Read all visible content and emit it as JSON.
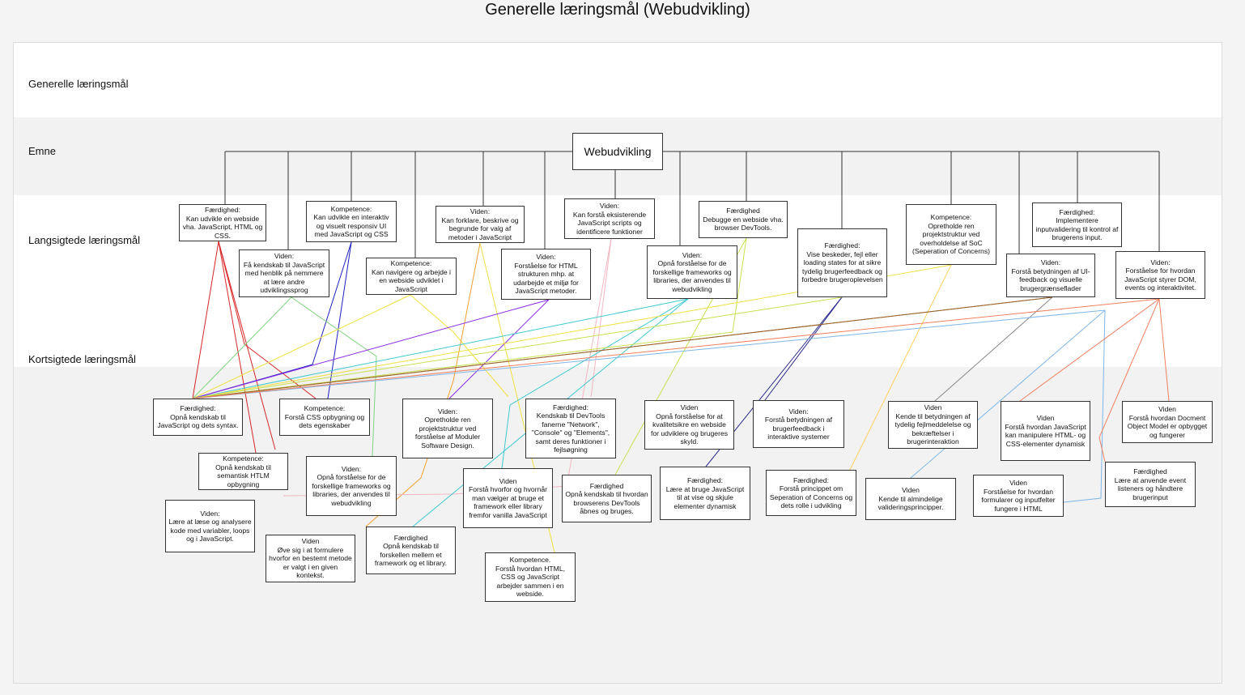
{
  "title": "Generelle læringsmål (Webudvikling)",
  "rows": {
    "general": "Generelle læringsmål",
    "topic": "Emne",
    "long": "Langsigtede læringsmål",
    "short": "Kortsigtede læringsmål"
  },
  "root": "Webudvikling",
  "long_goals": {
    "L1": "Færdighed:\nKan udvikle en webside vha. JavaScript, HTML og CSS.",
    "L2": "Viden:\nFå kendskab til JavaScript med henblik på nemmere at lære andre udviklingssprog",
    "L3": "Kompetence:\nKan udvikle en interaktiv og visuelt responsiv UI med JavaScript og CSS",
    "L4": "Kompetence:\nKan navigere og arbejde i en webside udviklet i JavaScript",
    "L5": "Viden:\nKan forklare, beskrive og begrunde for valg af metoder i JavaScript",
    "L6": "Viden:\nForståelse for HTML strukturen mhp. at udarbejde et miljø for JavaScript metoder.",
    "L7": "Viden:\nKan forstå eksisterende JavaScript scripts og identificere funktioner",
    "L8": "Viden:\nOpnå forståelse for de forskellige frameworks og libraries, der anvendes til webudvikling",
    "L9": "Færdighed\nDebugge en webside vha. browser DevTools.",
    "L10": "Færdighed:\nVise beskeder, fejl eller loading states for at sikre tydelig brugerfeedback og forbedre brugeroplevelsen",
    "L11": "Kompetence:\nOpretholde ren projektstruktur ved overholdelse af SoC (Seperation of Concerns)",
    "L12": "Færdighed:\nImplementere inputvalidering til kontrol af brugerens input.",
    "L13": "Viden:\nForstå betydningen af UI-feedback og visuelle brugergrænseflader",
    "L14": "Viden:\nForståelse for hvordan JavaScript styrer DOM, events og interaktivitet."
  },
  "short_goals": {
    "S1": "Færdighed:\nOpnå kendskab til JavaScript og dets syntax.",
    "S2": "Kompetence:\nForstå CSS opbygning og dets egenskaber",
    "S3": "Viden:\nOpretholde ren projektstruktur ved forståelse af Moduler Software Design.",
    "S4": "Færdighed:\nKendskab til DevTools fanerne \"Network\", \"Console\" og \"Elements\", samt deres funktioner i fejlsøgning",
    "S5": "Viden\nOpnå forståelse for at kvalitetsikre en webside for udviklere og brugeres skyld.",
    "S6": "Viden:\nForstå betydningen af brugerfeedback i interaktive systemer",
    "S7": "Viden\nKende til betydningen af tydelig fejlmeddelelse og bekræftelser i brugerinteraktion",
    "S8": "Viden\nForstå hvordan JavaScript kan manipulere HTML- og CSS-elementer dynamisk",
    "S9": "Viden\nForstå hvordan Docment Object Model er opbygget og fungerer",
    "S10": "Kompetence:\nOpnå kendskab til semantisk HTLM opbygning",
    "S11": "Viden:\nOpnå forståelse for de forskellige frameworks og libraries, der anvendes til webudvikling",
    "S12": "Viden\nForstå hvorfor og hvornår man vælger at bruge et framework eller library fremfor vanilla JavaScript",
    "S13": "Færdighed\nOpnå kendskab til hvordan browserens DevTools åbnes og bruges.",
    "S14": "Færdighed:\nLære at bruge JavaScript til at vise og skjule elementer dynamisk",
    "S15": "Færdighed:\nForstå princippet om Seperation of Concerns og dets rolle i udvikling",
    "S16": "Viden\nKende til almindelige valideringsprincipper.",
    "S17": "Viden\nForståelse for hvordan formularer og inputfelter fungere i HTML",
    "S18": "Færdighed\nLære at anvende event listeners og håndtere brugerinput",
    "S19": "Viden:\nLære at læse og analysere kode med variabler, loops og i JavaScript.",
    "S20": "Viden\nØve sig i at formulere hvorfor en bestemt metode er valgt i en given kontekst.",
    "S21": "Færdighed\nOpnå kendskab til forskellen mellem et framework og et library.",
    "S22": "Kompetence.\nForstå hvordan HTML, CSS og JavaScript arbejder sammen i en webside."
  },
  "link_colors": [
    "#d62728",
    "#1f1fbf",
    "#7fd47f",
    "#f0e040",
    "#f0a030",
    "#8a2be2",
    "#f4b6c2",
    "#40c8d0",
    "#c8e050",
    "#2b2b8c",
    "#ffd060",
    "#888888",
    "#7fb6e8",
    "#f08060"
  ]
}
